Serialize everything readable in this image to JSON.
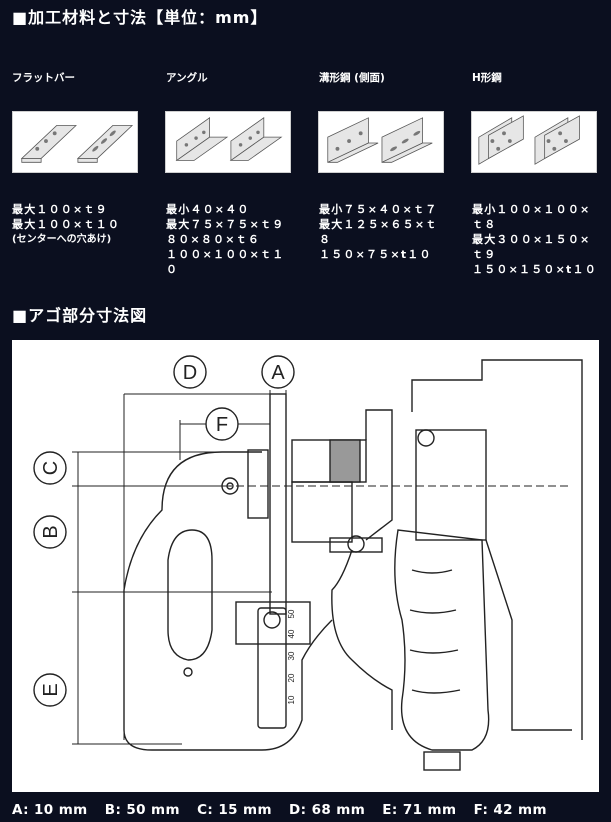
{
  "sections": {
    "materials_heading": "■加工材料と寸法【単位：mm】",
    "jaw_heading": "■アゴ部分寸法図"
  },
  "materials": [
    {
      "title": "フラットバー",
      "image_icon": "flat-bar-image",
      "specs": [
        "最大１００×ｔ９",
        "最大１００×ｔ１０",
        "(センターへの穴あけ)"
      ]
    },
    {
      "title": "アングル",
      "image_icon": "angle-image",
      "specs": [
        "最小４０×４０",
        "最大７５×７５×ｔ９",
        "８０×８０×ｔ６",
        "１００×１００×ｔ１０"
      ]
    },
    {
      "title": "溝形鋼 (側面)",
      "image_icon": "channel-steel-image",
      "specs": [
        "最小７５×４０×ｔ７",
        "最大１２５×６５×ｔ８",
        "１５０×７５×t１０"
      ]
    },
    {
      "title": "H形鋼",
      "image_icon": "h-beam-image",
      "specs": [
        "最小１００×１００×ｔ８",
        "最大３００×１５０×ｔ９",
        "１５０×１５０×t１０"
      ]
    }
  ],
  "diagram": {
    "labels": {
      "a": "A",
      "b": "B",
      "c": "C",
      "d": "D",
      "e": "E",
      "f": "F"
    },
    "scale": [
      "10",
      "20",
      "30",
      "40",
      "50"
    ]
  },
  "dimensions": [
    {
      "label": "A:",
      "value": "10 mm"
    },
    {
      "label": "B:",
      "value": "50 mm"
    },
    {
      "label": "C:",
      "value": "15 mm"
    },
    {
      "label": "D:",
      "value": "68 mm"
    },
    {
      "label": "E:",
      "value": "71 mm"
    },
    {
      "label": "F:",
      "value": "42 mm"
    }
  ]
}
